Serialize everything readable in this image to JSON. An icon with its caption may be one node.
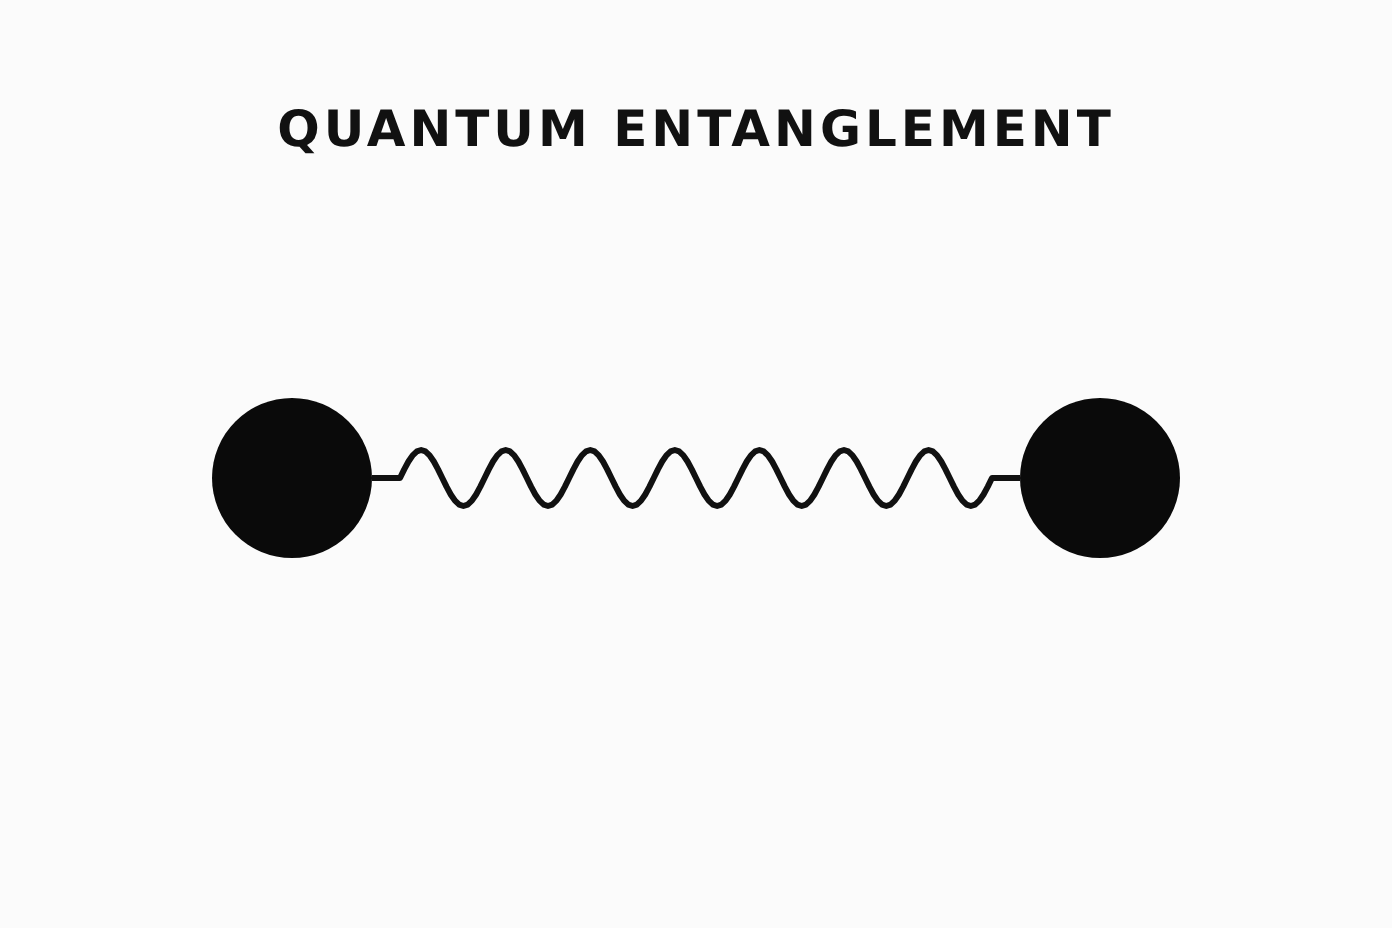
{
  "diagram": {
    "title": "QUANTUM ENTANGLEMENT",
    "nodes": [
      {
        "text": [],
        "shape": "circle"
      },
      {
        "text": [],
        "shape": "circle"
      }
    ],
    "edges": [
      {
        "from": 0,
        "to": 1,
        "arrow": "none"
      }
    ]
  }
}
